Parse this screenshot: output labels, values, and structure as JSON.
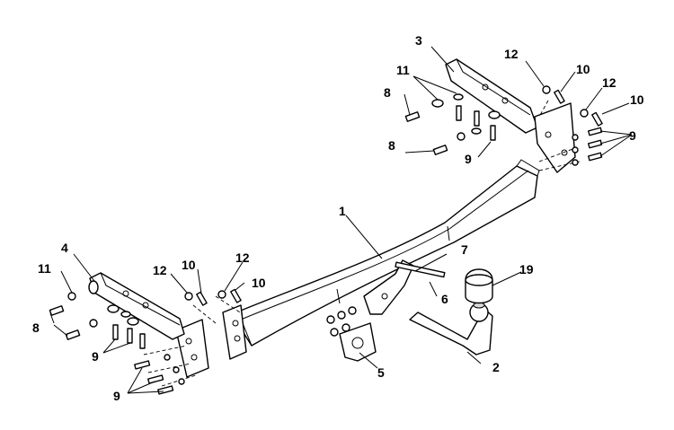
{
  "callouts": {
    "c1": "1",
    "c2": "2",
    "c3": "3",
    "c4": "4",
    "c5": "5",
    "c6": "6",
    "c7": "7",
    "c8a": "8",
    "c8b": "8",
    "c8c": "8",
    "c9a": "9",
    "c9b": "9",
    "c9c": "9",
    "c9d": "9",
    "c10a": "10",
    "c10b": "10",
    "c10c": "10",
    "c10d": "10",
    "c11a": "11",
    "c11b": "11",
    "c12a": "12",
    "c12b": "12",
    "c12c": "12",
    "c12d": "12",
    "c19": "19"
  }
}
